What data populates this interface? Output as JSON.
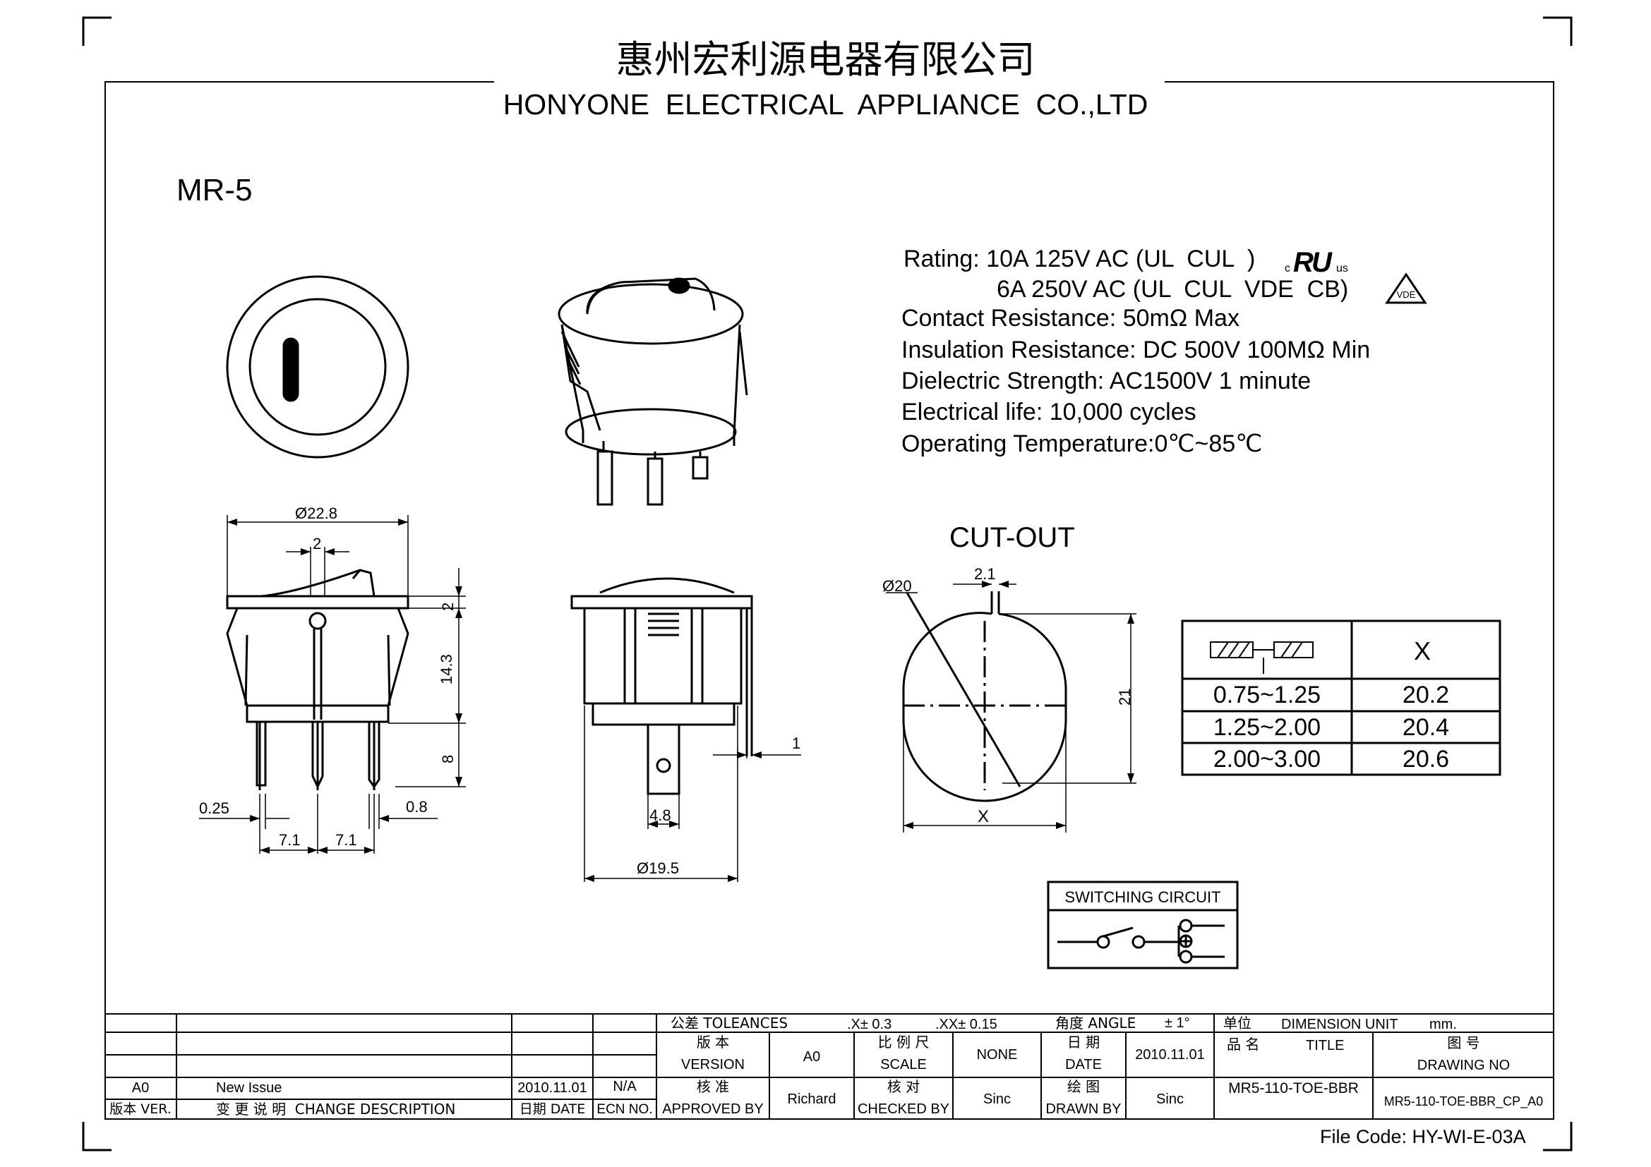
{
  "header": {
    "company_cn": "惠州宏利源电器有限公司",
    "company_en": "HONYONE  ELECTRICAL  APPLIANCE  CO.,LTD"
  },
  "model": "MR-5",
  "specs": {
    "rating_1": "Rating: 10A 125V AC (UL  CUL  )",
    "rating_2": "6A 250V AC (UL  CUL  VDE  CB)",
    "contact_resistance": "Contact Resistance: 50mΩ Max",
    "insulation_resistance": "Insulation Resistance: DC 500V 100MΩ Min",
    "dielectric_strength": "Dielectric Strength: AC1500V 1 minute",
    "electrical_life": "Electrical life: 10,000 cycles",
    "operating_temp": "Operating Temperature:0℃~85℃"
  },
  "marks": {
    "ul_c": "c",
    "ul_us": "us",
    "vde": "VDE"
  },
  "dimensions": {
    "d228": "Ø22.8",
    "w2": "2",
    "h2": "2",
    "h143": "14.3",
    "h8": "8",
    "t025": "0.25",
    "t08": "0.8",
    "p71a": "7.1",
    "p71b": "7.1",
    "d195": "Ø19.5",
    "w48": "4.8",
    "g1": "1",
    "d20": "Ø20",
    "w21": "2.1",
    "h21": "21",
    "x": "X"
  },
  "cutout": {
    "title": "CUT-OUT",
    "header_x": "X",
    "rows": [
      {
        "range": "0.75~1.25",
        "x": "20.2"
      },
      {
        "range": "1.25~2.00",
        "x": "20.4"
      },
      {
        "range": "2.00~3.00",
        "x": "20.6"
      }
    ]
  },
  "switching_circuit": {
    "title": "SWITCHING CIRCUIT"
  },
  "title_block": {
    "tolerances_label": "公差 TOLEANCES",
    "tol_x": ".X± 0.3",
    "tol_xx": ".XX± 0.15",
    "angle_label": "角度 ANGLE",
    "angle_val": "± 1°",
    "unit_cn": "单位",
    "unit_label": "DIMENSION UNIT",
    "unit_val": "mm.",
    "version_cn": "版 本",
    "version_en": "VERSION",
    "version_val": "A0",
    "scale_cn": "比 例 尺",
    "scale_en": "SCALE",
    "scale_val": "NONE",
    "date_cn": "日 期",
    "date_en": "DATE",
    "date_val": "2010.11.01",
    "title_cn": "品 名",
    "title_en": "TITLE",
    "drawing_cn": "图 号",
    "drawing_en": "DRAWING NO",
    "approved_cn": "核 准",
    "approved_en": "APPROVED BY",
    "approved_val": "Richard",
    "checked_cn": "核 对",
    "checked_en": "CHECKED BY",
    "checked_val": "Sinc",
    "drawn_cn": "绘 图",
    "drawn_en": "DRAWN BY",
    "drawn_val": "Sinc",
    "title_val": "MR5-110-TOE-BBR",
    "drawing_val": "MR5-110-TOE-BBR_CP_A0",
    "rev_ver": "A0",
    "rev_desc": "New Issue",
    "rev_date": "2010.11.01",
    "rev_ecn": "N/A",
    "hdr_ver": "版本 VER.",
    "hdr_desc": "变 更 说 明  CHANGE DESCRIPTION",
    "hdr_date": "日期 DATE",
    "hdr_ecn": "ECN NO."
  },
  "file_code": "File Code: HY-WI-E-03A"
}
